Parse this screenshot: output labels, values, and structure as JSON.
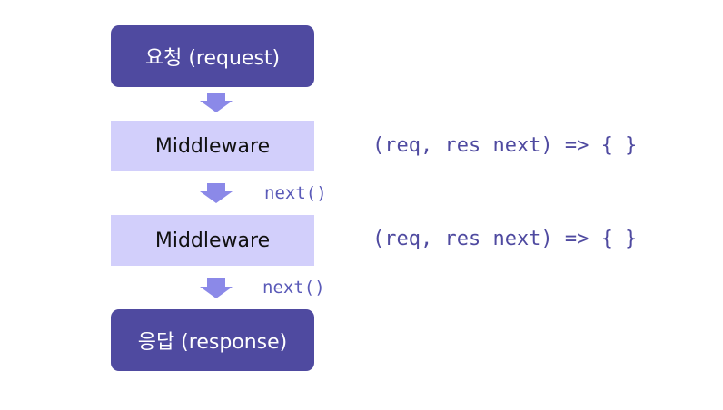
{
  "nodes": {
    "request": "요청 (request)",
    "middleware_1": "Middleware",
    "middleware_2": "Middleware",
    "response": "응답 (response)"
  },
  "edges": {
    "next_1": "next()",
    "next_2": "next()"
  },
  "signatures": {
    "sig_1": "(req, res next) => { }",
    "sig_2": "(req, res next) => { }"
  },
  "colors": {
    "terminal": "#4f4aa0",
    "middleware": "#d2cffb",
    "arrow": "#8b89e8",
    "code": "#4f4aa0"
  }
}
